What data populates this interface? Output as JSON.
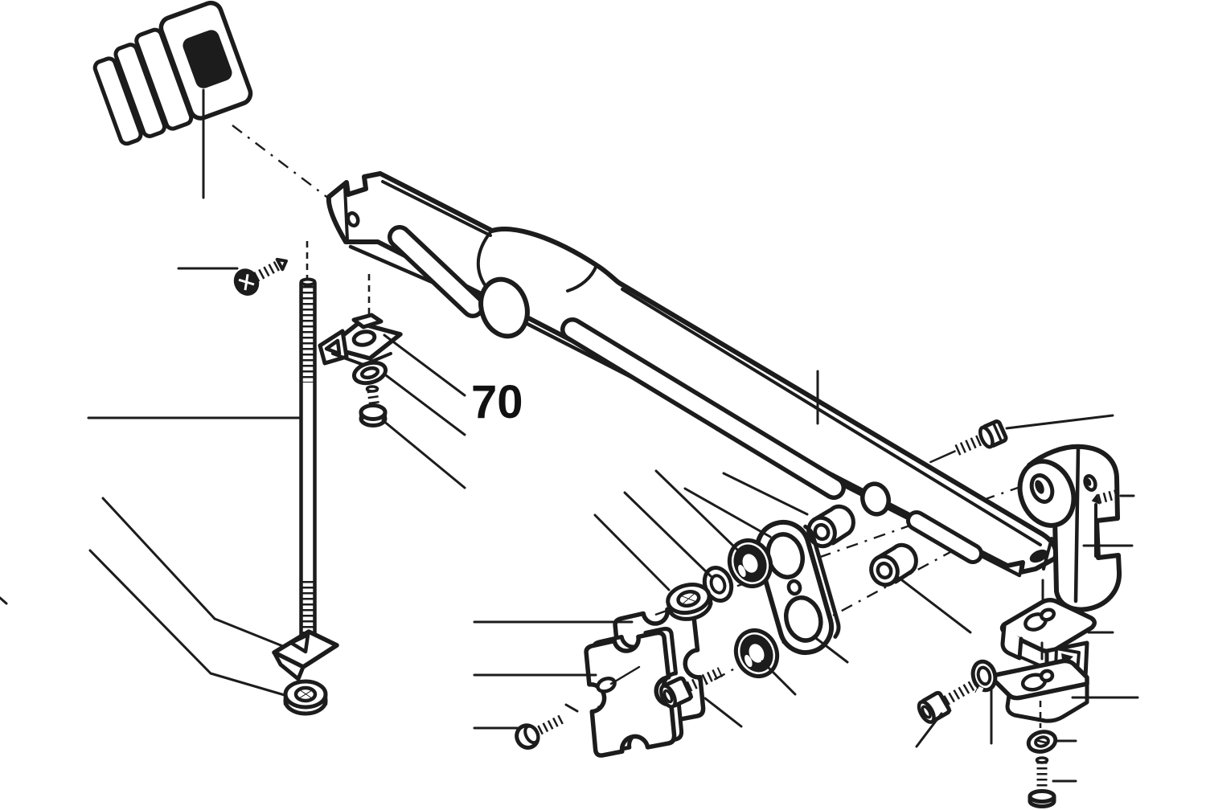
{
  "diagram": {
    "type": "exploded-parts-diagram",
    "callout": {
      "label": "70"
    },
    "colors": {
      "background": "#ffffff",
      "line": "#1c1c1c"
    },
    "parts": [
      {
        "name": "damper-pad-stack"
      },
      {
        "name": "tapping-screw"
      },
      {
        "name": "threaded-rod"
      },
      {
        "name": "clip-nut",
        "callout": "70"
      },
      {
        "name": "small-washer"
      },
      {
        "name": "small-screw"
      },
      {
        "name": "wedge-clip"
      },
      {
        "name": "hex-nut-left"
      },
      {
        "name": "main-arm"
      },
      {
        "name": "hex-nut-center"
      },
      {
        "name": "center-washer"
      },
      {
        "name": "flanged-bushing-upper"
      },
      {
        "name": "flanged-bushing-lower"
      },
      {
        "name": "link-plate"
      },
      {
        "name": "spacer-bushing-top"
      },
      {
        "name": "spacer-bushing-right"
      },
      {
        "name": "socket-head-screw-center"
      },
      {
        "name": "clamp-plate-front"
      },
      {
        "name": "clamp-plate-rear"
      },
      {
        "name": "pan-head-screw"
      },
      {
        "name": "hex-bolt"
      },
      {
        "name": "shaft-clamp-bracket"
      },
      {
        "name": "set-screw"
      },
      {
        "name": "saddle-clamp-block"
      },
      {
        "name": "strap-bracket"
      },
      {
        "name": "lock-washer"
      },
      {
        "name": "socket-head-screw-right"
      },
      {
        "name": "flat-washer"
      },
      {
        "name": "stud-screw"
      }
    ]
  }
}
